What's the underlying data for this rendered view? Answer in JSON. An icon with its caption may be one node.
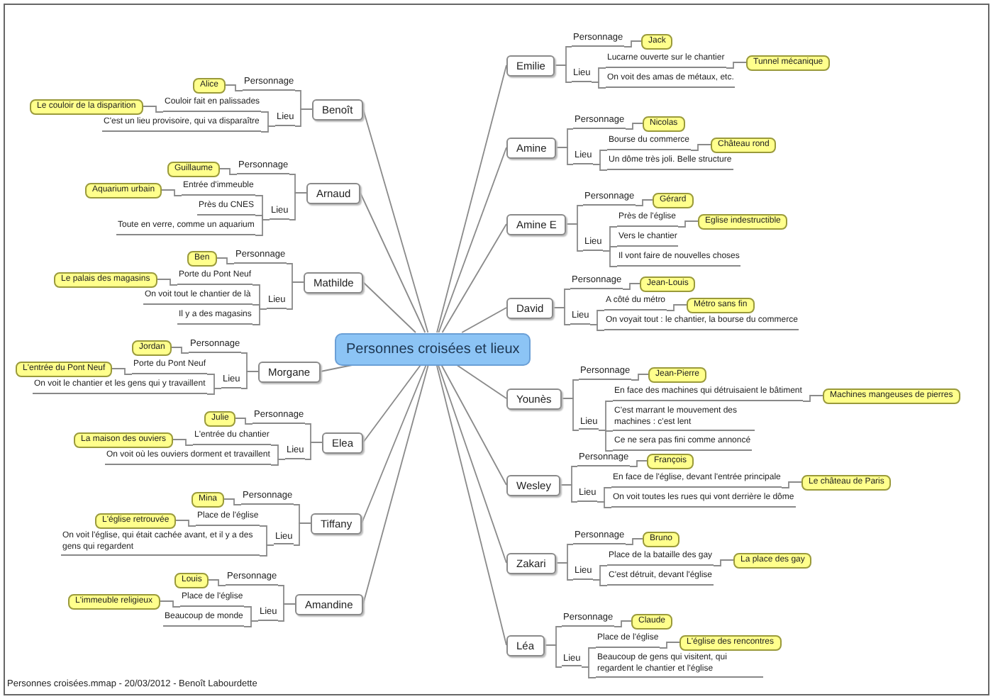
{
  "diagram": {
    "caption": "Personnes croisées.mmap - 20/03/2012 - Benoît Labourdette",
    "nodes": [
      {
        "text": [
          "Personnes croisées et lieux"
        ]
      },
      {
        "text": [
          "Benoît"
        ]
      },
      {
        "text": [
          "Personnage"
        ]
      },
      {
        "text": [
          "Alice"
        ]
      },
      {
        "text": [
          "Lieu"
        ]
      },
      {
        "text": [
          "Couloir fait en palissades"
        ]
      },
      {
        "text": [
          "Le couloir de la disparition"
        ]
      },
      {
        "text": [
          "C'est un lieu provisoire, qui va disparaître"
        ]
      },
      {
        "text": [
          "Arnaud"
        ]
      },
      {
        "text": [
          "Personnage"
        ]
      },
      {
        "text": [
          "Guillaume"
        ]
      },
      {
        "text": [
          "Lieu"
        ]
      },
      {
        "text": [
          "Entrée d'immeuble"
        ]
      },
      {
        "text": [
          "Aquarium urbain"
        ]
      },
      {
        "text": [
          "Près du CNES"
        ]
      },
      {
        "text": [
          "Toute en verre, comme un aquarium"
        ]
      },
      {
        "text": [
          "Mathilde"
        ]
      },
      {
        "text": [
          "Personnage"
        ]
      },
      {
        "text": [
          "Ben"
        ]
      },
      {
        "text": [
          "Lieu"
        ]
      },
      {
        "text": [
          "Porte du Pont Neuf"
        ]
      },
      {
        "text": [
          "Le palais des magasins"
        ]
      },
      {
        "text": [
          "On voit tout le chantier de là"
        ]
      },
      {
        "text": [
          "Il y a des magasins"
        ]
      },
      {
        "text": [
          "Morgane"
        ]
      },
      {
        "text": [
          "Personnage"
        ]
      },
      {
        "text": [
          "Jordan"
        ]
      },
      {
        "text": [
          "Lieu"
        ]
      },
      {
        "text": [
          "Porte du Pont Neuf"
        ]
      },
      {
        "text": [
          "L'entrée du Pont Neuf"
        ]
      },
      {
        "text": [
          "On voit le chantier et les gens qui y travaillent"
        ]
      },
      {
        "text": [
          "Elea"
        ]
      },
      {
        "text": [
          "Personnage"
        ]
      },
      {
        "text": [
          "Julie"
        ]
      },
      {
        "text": [
          "Lieu"
        ]
      },
      {
        "text": [
          "L'entrée du chantier"
        ]
      },
      {
        "text": [
          "La maison des ouviers"
        ]
      },
      {
        "text": [
          "On voit où les ouviers dorment et travaillent"
        ]
      },
      {
        "text": [
          "Tiffany"
        ]
      },
      {
        "text": [
          "Personnage"
        ]
      },
      {
        "text": [
          "Mina"
        ]
      },
      {
        "text": [
          "Lieu"
        ]
      },
      {
        "text": [
          "Place de l'église"
        ]
      },
      {
        "text": [
          "L'église retrouvée"
        ]
      },
      {
        "text": [
          "On voit l'église, qui était cachée avant, et il y a des gens qui regardent"
        ]
      },
      {
        "text": [
          "Amandine"
        ]
      },
      {
        "text": [
          "Personnage"
        ]
      },
      {
        "text": [
          "Louis"
        ]
      },
      {
        "text": [
          "Lieu"
        ]
      },
      {
        "text": [
          "Place de l'église"
        ]
      },
      {
        "text": [
          "L'immeuble religieux"
        ]
      },
      {
        "text": [
          "Beaucoup de monde"
        ]
      },
      {
        "text": [
          "Emilie"
        ]
      },
      {
        "text": [
          "Personnage"
        ]
      },
      {
        "text": [
          "Jack"
        ]
      },
      {
        "text": [
          "Lieu"
        ]
      },
      {
        "text": [
          "Lucarne ouverte sur le chantier"
        ]
      },
      {
        "text": [
          "Tunnel mécanique"
        ]
      },
      {
        "text": [
          "On voit des amas de métaux, etc."
        ]
      },
      {
        "text": [
          "Amine"
        ]
      },
      {
        "text": [
          "Personnage"
        ]
      },
      {
        "text": [
          "Nicolas"
        ]
      },
      {
        "text": [
          "Lieu"
        ]
      },
      {
        "text": [
          "Bourse du commerce"
        ]
      },
      {
        "text": [
          "Château rond"
        ]
      },
      {
        "text": [
          "Un dôme très joli. Belle structure"
        ]
      },
      {
        "text": [
          "Amine E"
        ]
      },
      {
        "text": [
          "Personnage"
        ]
      },
      {
        "text": [
          "Gérard"
        ]
      },
      {
        "text": [
          "Lieu"
        ]
      },
      {
        "text": [
          "Près de l'église"
        ]
      },
      {
        "text": [
          "Eglise indestructible"
        ]
      },
      {
        "text": [
          "Vers le chantier"
        ]
      },
      {
        "text": [
          "Il vont faire de nouvelles choses"
        ]
      },
      {
        "text": [
          "David"
        ]
      },
      {
        "text": [
          "Personnage"
        ]
      },
      {
        "text": [
          "Jean-Louis"
        ]
      },
      {
        "text": [
          "Lieu"
        ]
      },
      {
        "text": [
          "A côté du métro"
        ]
      },
      {
        "text": [
          "Métro sans fin"
        ]
      },
      {
        "text": [
          "On voyait tout : le chantier, la bourse du commerce"
        ]
      },
      {
        "text": [
          "Younès"
        ]
      },
      {
        "text": [
          "Personnage"
        ]
      },
      {
        "text": [
          "Jean-Pierre"
        ]
      },
      {
        "text": [
          "Lieu"
        ]
      },
      {
        "text": [
          "En face des machines qui détruisaient le bâtiment"
        ]
      },
      {
        "text": [
          "Machines mangeuses de pierres"
        ]
      },
      {
        "text": [
          "C'est marrant le mouvement des machines : c'est lent"
        ]
      },
      {
        "text": [
          "Ce ne sera pas fini comme annoncé"
        ]
      },
      {
        "text": [
          "Wesley"
        ]
      },
      {
        "text": [
          "Personnage"
        ]
      },
      {
        "text": [
          "François"
        ]
      },
      {
        "text": [
          "Lieu"
        ]
      },
      {
        "text": [
          "En face de l'église, devant l'entrée principale"
        ]
      },
      {
        "text": [
          "Le château de Paris"
        ]
      },
      {
        "text": [
          "On voit toutes les rues qui vont derrière le dôme"
        ]
      },
      {
        "text": [
          "Zakari"
        ]
      },
      {
        "text": [
          "Personnage"
        ]
      },
      {
        "text": [
          "Bruno"
        ]
      },
      {
        "text": [
          "Lieu"
        ]
      },
      {
        "text": [
          "Place de la bataille des gay"
        ]
      },
      {
        "text": [
          "La place des gay"
        ]
      },
      {
        "text": [
          "C'est détruit, devant l'église"
        ]
      },
      {
        "text": [
          "Léa"
        ]
      },
      {
        "text": [
          "Personnage"
        ]
      },
      {
        "text": [
          "Claude"
        ]
      },
      {
        "text": [
          "Lieu"
        ]
      },
      {
        "text": [
          "Place de l'église"
        ]
      },
      {
        "text": [
          "L'église des rencontres"
        ]
      },
      {
        "text": [
          "Beaucoup de gens qui visitent, qui regardent le chantier et l'église"
        ]
      }
    ],
    "edges": [
      {
        "from": 0,
        "to": 1,
        "arrow": "none"
      },
      {
        "from": 1,
        "to": 2,
        "arrow": "none"
      },
      {
        "from": 2,
        "to": 3,
        "arrow": "none"
      },
      {
        "from": 1,
        "to": 4,
        "arrow": "none"
      },
      {
        "from": 4,
        "to": 5,
        "arrow": "none"
      },
      {
        "from": 5,
        "to": 6,
        "arrow": "none"
      },
      {
        "from": 4,
        "to": 7,
        "arrow": "none"
      },
      {
        "from": 0,
        "to": 8,
        "arrow": "none"
      },
      {
        "from": 8,
        "to": 9,
        "arrow": "none"
      },
      {
        "from": 9,
        "to": 10,
        "arrow": "none"
      },
      {
        "from": 8,
        "to": 11,
        "arrow": "none"
      },
      {
        "from": 11,
        "to": 12,
        "arrow": "none"
      },
      {
        "from": 12,
        "to": 13,
        "arrow": "none"
      },
      {
        "from": 11,
        "to": 14,
        "arrow": "none"
      },
      {
        "from": 11,
        "to": 15,
        "arrow": "none"
      },
      {
        "from": 0,
        "to": 16,
        "arrow": "none"
      },
      {
        "from": 16,
        "to": 17,
        "arrow": "none"
      },
      {
        "from": 17,
        "to": 18,
        "arrow": "none"
      },
      {
        "from": 16,
        "to": 19,
        "arrow": "none"
      },
      {
        "from": 19,
        "to": 20,
        "arrow": "none"
      },
      {
        "from": 20,
        "to": 21,
        "arrow": "none"
      },
      {
        "from": 19,
        "to": 22,
        "arrow": "none"
      },
      {
        "from": 19,
        "to": 23,
        "arrow": "none"
      },
      {
        "from": 0,
        "to": 24,
        "arrow": "none"
      },
      {
        "from": 24,
        "to": 25,
        "arrow": "none"
      },
      {
        "from": 25,
        "to": 26,
        "arrow": "none"
      },
      {
        "from": 24,
        "to": 27,
        "arrow": "none"
      },
      {
        "from": 27,
        "to": 28,
        "arrow": "none"
      },
      {
        "from": 28,
        "to": 29,
        "arrow": "none"
      },
      {
        "from": 27,
        "to": 30,
        "arrow": "none"
      },
      {
        "from": 0,
        "to": 31,
        "arrow": "none"
      },
      {
        "from": 31,
        "to": 32,
        "arrow": "none"
      },
      {
        "from": 32,
        "to": 33,
        "arrow": "none"
      },
      {
        "from": 31,
        "to": 34,
        "arrow": "none"
      },
      {
        "from": 34,
        "to": 35,
        "arrow": "none"
      },
      {
        "from": 35,
        "to": 36,
        "arrow": "none"
      },
      {
        "from": 34,
        "to": 37,
        "arrow": "none"
      },
      {
        "from": 0,
        "to": 38,
        "arrow": "none"
      },
      {
        "from": 38,
        "to": 39,
        "arrow": "none"
      },
      {
        "from": 39,
        "to": 40,
        "arrow": "none"
      },
      {
        "from": 38,
        "to": 41,
        "arrow": "none"
      },
      {
        "from": 41,
        "to": 42,
        "arrow": "none"
      },
      {
        "from": 42,
        "to": 43,
        "arrow": "none"
      },
      {
        "from": 41,
        "to": 44,
        "arrow": "none"
      },
      {
        "from": 0,
        "to": 45,
        "arrow": "none"
      },
      {
        "from": 45,
        "to": 46,
        "arrow": "none"
      },
      {
        "from": 46,
        "to": 47,
        "arrow": "none"
      },
      {
        "from": 45,
        "to": 48,
        "arrow": "none"
      },
      {
        "from": 48,
        "to": 49,
        "arrow": "none"
      },
      {
        "from": 49,
        "to": 50,
        "arrow": "none"
      },
      {
        "from": 48,
        "to": 51,
        "arrow": "none"
      },
      {
        "from": 0,
        "to": 52,
        "arrow": "none"
      },
      {
        "from": 52,
        "to": 53,
        "arrow": "none"
      },
      {
        "from": 53,
        "to": 54,
        "arrow": "none"
      },
      {
        "from": 52,
        "to": 55,
        "arrow": "none"
      },
      {
        "from": 55,
        "to": 56,
        "arrow": "none"
      },
      {
        "from": 56,
        "to": 57,
        "arrow": "none"
      },
      {
        "from": 55,
        "to": 58,
        "arrow": "none"
      },
      {
        "from": 0,
        "to": 59,
        "arrow": "none"
      },
      {
        "from": 59,
        "to": 60,
        "arrow": "none"
      },
      {
        "from": 60,
        "to": 61,
        "arrow": "none"
      },
      {
        "from": 59,
        "to": 62,
        "arrow": "none"
      },
      {
        "from": 62,
        "to": 63,
        "arrow": "none"
      },
      {
        "from": 63,
        "to": 64,
        "arrow": "none"
      },
      {
        "from": 62,
        "to": 65,
        "arrow": "none"
      },
      {
        "from": 0,
        "to": 66,
        "arrow": "none"
      },
      {
        "from": 66,
        "to": 67,
        "arrow": "none"
      },
      {
        "from": 67,
        "to": 68,
        "arrow": "none"
      },
      {
        "from": 66,
        "to": 69,
        "arrow": "none"
      },
      {
        "from": 69,
        "to": 70,
        "arrow": "none"
      },
      {
        "from": 70,
        "to": 71,
        "arrow": "none"
      },
      {
        "from": 69,
        "to": 72,
        "arrow": "none"
      },
      {
        "from": 69,
        "to": 73,
        "arrow": "none"
      },
      {
        "from": 0,
        "to": 74,
        "arrow": "none"
      },
      {
        "from": 74,
        "to": 75,
        "arrow": "none"
      },
      {
        "from": 75,
        "to": 76,
        "arrow": "none"
      },
      {
        "from": 74,
        "to": 77,
        "arrow": "none"
      },
      {
        "from": 77,
        "to": 78,
        "arrow": "none"
      },
      {
        "from": 78,
        "to": 79,
        "arrow": "none"
      },
      {
        "from": 77,
        "to": 80,
        "arrow": "none"
      },
      {
        "from": 0,
        "to": 81,
        "arrow": "none"
      },
      {
        "from": 81,
        "to": 82,
        "arrow": "none"
      },
      {
        "from": 82,
        "to": 83,
        "arrow": "none"
      },
      {
        "from": 81,
        "to": 84,
        "arrow": "none"
      },
      {
        "from": 84,
        "to": 85,
        "arrow": "none"
      },
      {
        "from": 85,
        "to": 86,
        "arrow": "none"
      },
      {
        "from": 84,
        "to": 87,
        "arrow": "none"
      },
      {
        "from": 84,
        "to": 88,
        "arrow": "none"
      },
      {
        "from": 0,
        "to": 89,
        "arrow": "none"
      },
      {
        "from": 89,
        "to": 90,
        "arrow": "none"
      },
      {
        "from": 90,
        "to": 91,
        "arrow": "none"
      },
      {
        "from": 89,
        "to": 92,
        "arrow": "none"
      },
      {
        "from": 92,
        "to": 93,
        "arrow": "none"
      },
      {
        "from": 93,
        "to": 94,
        "arrow": "none"
      },
      {
        "from": 92,
        "to": 95,
        "arrow": "none"
      },
      {
        "from": 0,
        "to": 96,
        "arrow": "none"
      },
      {
        "from": 96,
        "to": 97,
        "arrow": "none"
      },
      {
        "from": 97,
        "to": 98,
        "arrow": "none"
      },
      {
        "from": 96,
        "to": 99,
        "arrow": "none"
      },
      {
        "from": 99,
        "to": 100,
        "arrow": "none"
      },
      {
        "from": 100,
        "to": 101,
        "arrow": "none"
      },
      {
        "from": 99,
        "to": 102,
        "arrow": "none"
      },
      {
        "from": 0,
        "to": 103,
        "arrow": "none"
      },
      {
        "from": 103,
        "to": 104,
        "arrow": "none"
      },
      {
        "from": 104,
        "to": 105,
        "arrow": "none"
      },
      {
        "from": 103,
        "to": 106,
        "arrow": "none"
      },
      {
        "from": 106,
        "to": 107,
        "arrow": "none"
      },
      {
        "from": 107,
        "to": 108,
        "arrow": "none"
      },
      {
        "from": 106,
        "to": 109,
        "arrow": "none"
      }
    ]
  }
}
